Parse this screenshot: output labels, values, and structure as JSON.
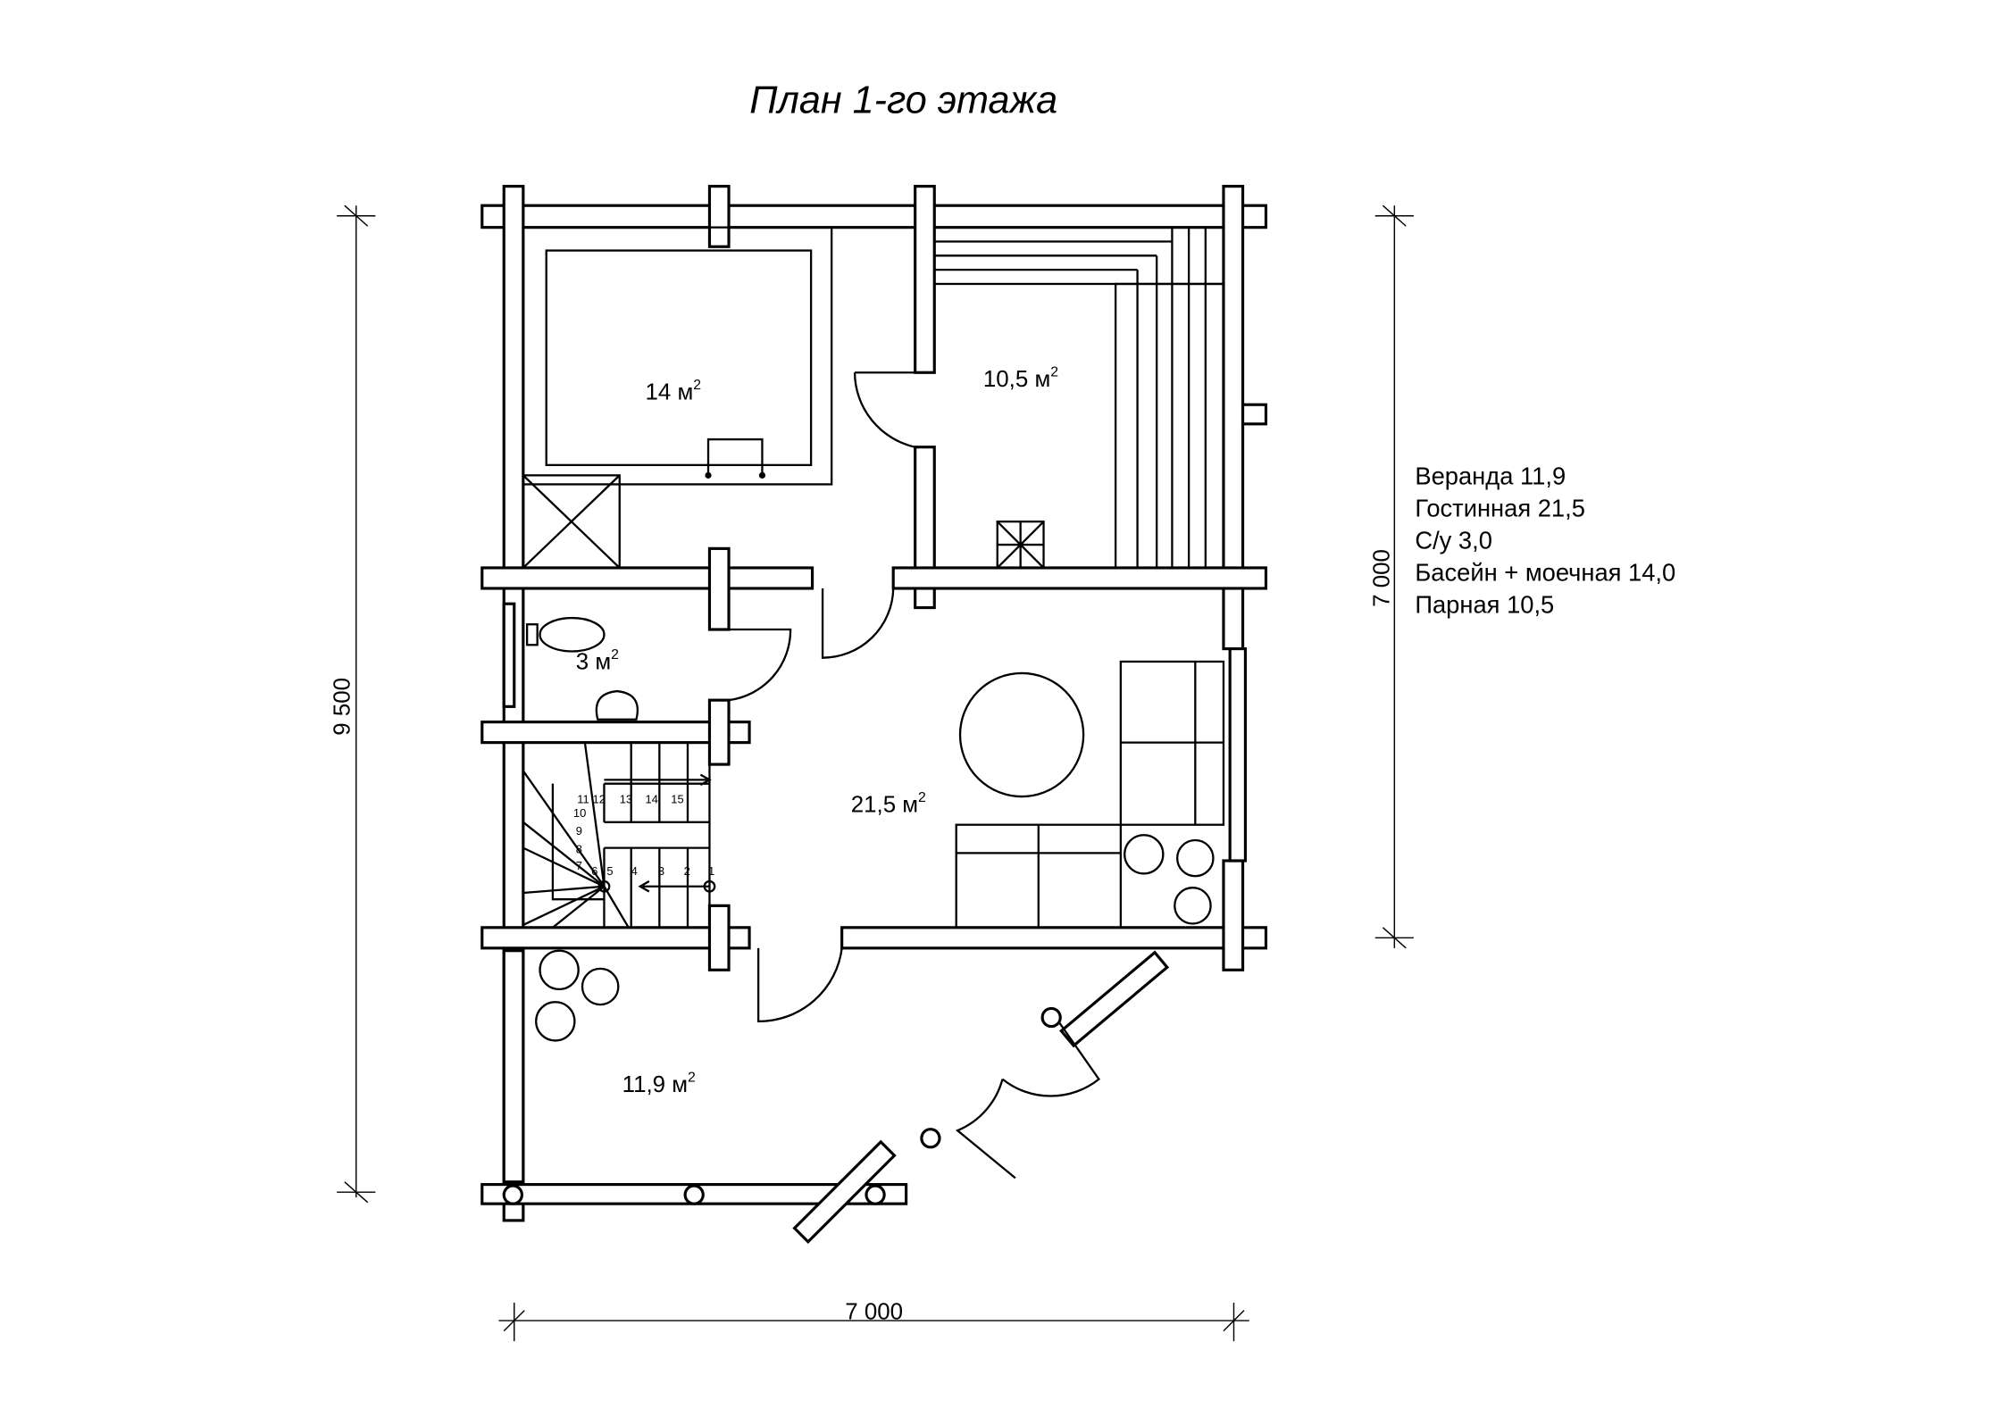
{
  "title": "План 1-го этажа",
  "rooms": {
    "pool": {
      "area": "14 м",
      "sup": "2"
    },
    "steam": {
      "area": "10,5 м",
      "sup": "2"
    },
    "wc": {
      "area": "3 м",
      "sup": "2"
    },
    "living": {
      "area": "21,5 м",
      "sup": "2"
    },
    "veranda": {
      "area": "11,9 м",
      "sup": "2"
    }
  },
  "dimensions": {
    "left": "9 500",
    "right": "7 000",
    "bottom": "7 000"
  },
  "legend": [
    "Веранда 11,9",
    "Гостинная 21,5",
    "С/у 3,0",
    "Басейн + моечная 14,0",
    "Парная 10,5"
  ],
  "stair_numbers": [
    "1",
    "2",
    "3",
    "4",
    "5",
    "6",
    "7",
    "8",
    "9",
    "10",
    "11",
    "12",
    "13",
    "14",
    "15"
  ]
}
